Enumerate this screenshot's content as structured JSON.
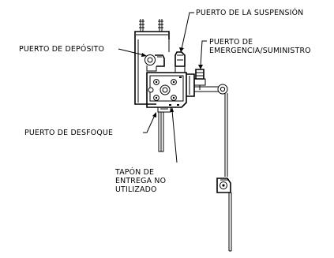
{
  "labels": {
    "suspension_port": "PUERTO DE LA SUSPENSIÓN",
    "reservoir_port": "PUERTO DE DEPÓSITO",
    "emergency_line1": "PUERTO DE",
    "emergency_line2": "EMERGENCIA/SUMINISTRO",
    "exhaust_port": "PUERTO DE DESFOQUE",
    "plug_line1": "TAPÓN DE",
    "plug_line2": "ENTREGA NO",
    "plug_line3": "UTILIZADO"
  }
}
